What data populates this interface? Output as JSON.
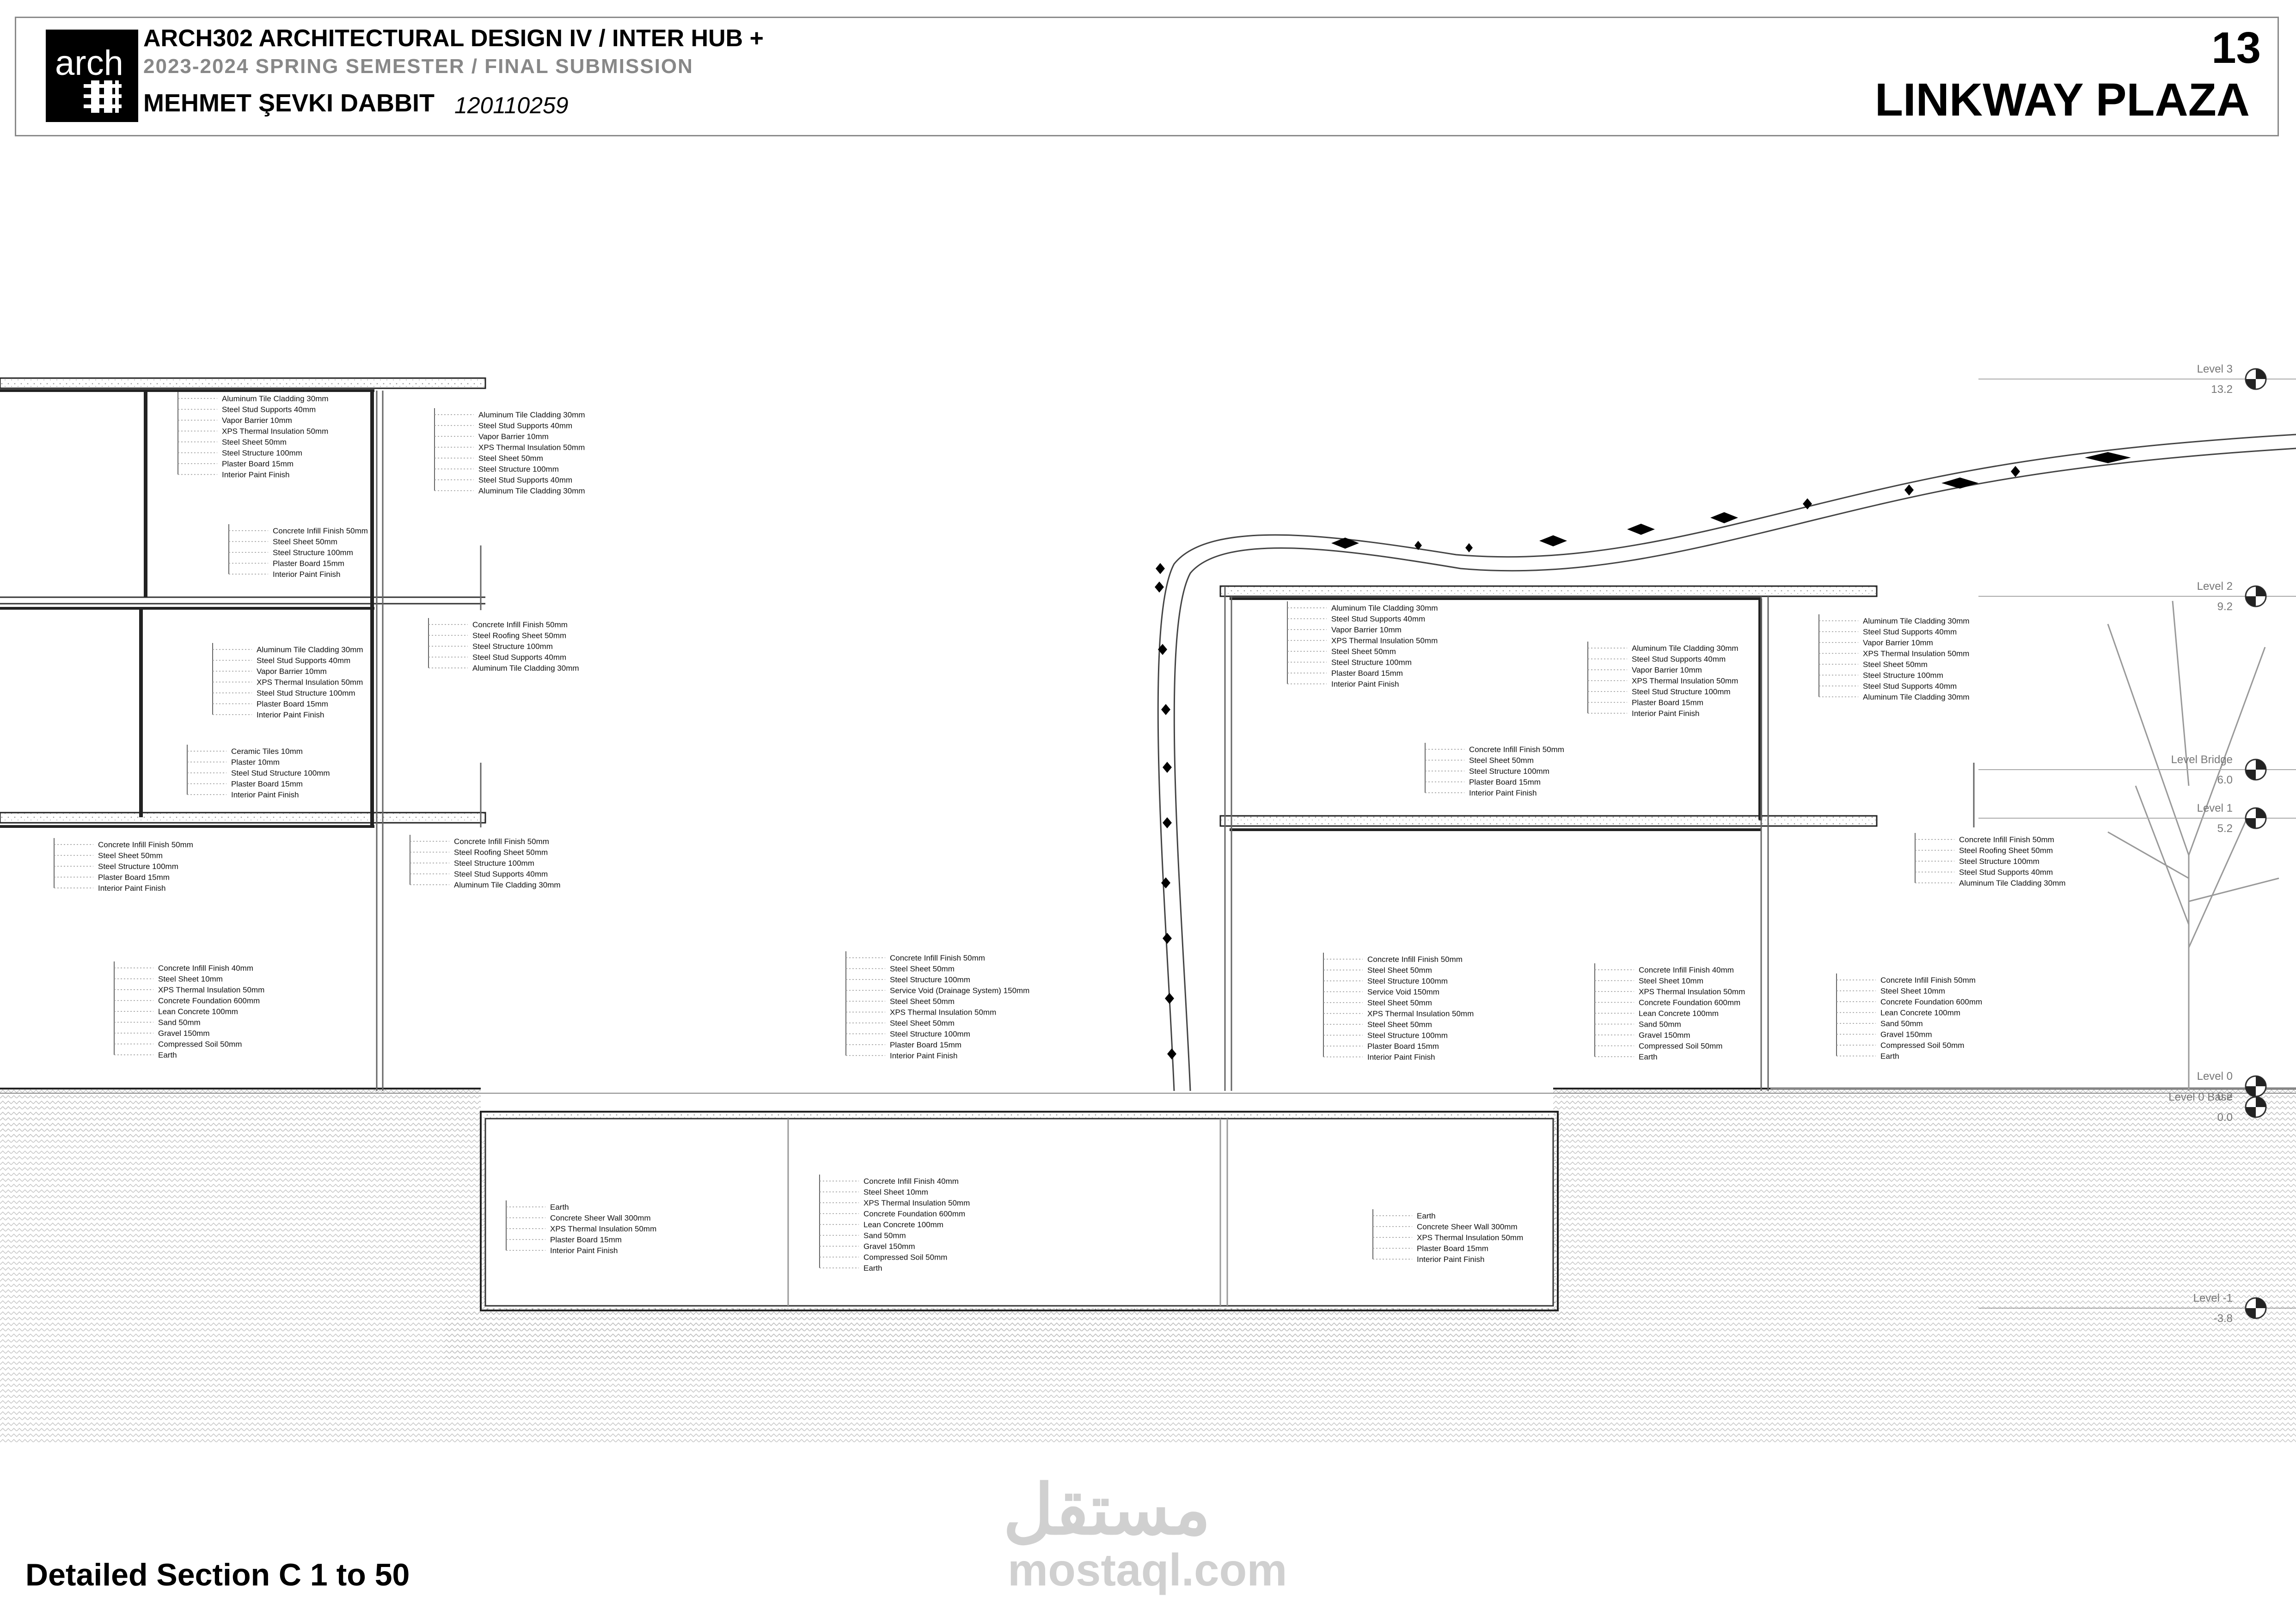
{
  "header": {
    "course": "ARCH302 ARCHITECTURAL DESIGN IV / INTER HUB +",
    "semester": "2023-2024 SPRING SEMESTER / FINAL SUBMISSION",
    "student_name": "MEHMET ŞEVKI DABBIT",
    "student_id": "120110259",
    "page_number": "13",
    "project_title": "LINKWAY PLAZA",
    "logo_text": "arch"
  },
  "caption": "Detailed Section C 1 to 50",
  "watermark": {
    "arabic": "مستقل",
    "latin": "mostaql.com"
  },
  "levels": [
    {
      "name": "Level 3",
      "elevation": "13.2"
    },
    {
      "name": "Level 2",
      "elevation": "9.2"
    },
    {
      "name": "Level Bridge",
      "elevation": "6.0"
    },
    {
      "name": "Level 1",
      "elevation": "5.2"
    },
    {
      "name": "Level 0",
      "elevation": "0.2"
    },
    {
      "name": "Level 0 Base",
      "elevation": "0.0"
    },
    {
      "name": "Level -1",
      "elevation": "-3.8"
    }
  ],
  "annotations": [
    {
      "id": "A1",
      "lines": [
        "Aluminum Tile Cladding 30mm",
        "Steel Stud Supports 40mm",
        "Vapor Barrier 10mm",
        "XPS Thermal Insulation 50mm",
        "Steel Sheet 50mm",
        "Steel Structure 100mm",
        "Plaster Board 15mm",
        "Interior Paint Finish"
      ]
    },
    {
      "id": "A2",
      "lines": [
        "Aluminum Tile Cladding 30mm",
        "Steel Stud Supports 40mm",
        "Vapor Barrier 10mm",
        "XPS Thermal Insulation 50mm",
        "Steel Sheet 50mm",
        "Steel Structure 100mm",
        "Steel Stud Supports 40mm",
        "Aluminum Tile Cladding 30mm"
      ]
    },
    {
      "id": "A3",
      "lines": [
        "Concrete Infill Finish 50mm",
        "Steel Sheet 50mm",
        "Steel Structure 100mm",
        "Plaster Board 15mm",
        "Interior Paint Finish"
      ]
    },
    {
      "id": "A4",
      "lines": [
        "Concrete Infill Finish 50mm",
        "Steel Roofing Sheet 50mm",
        "Steel Structure 100mm",
        "Steel Stud Supports 40mm",
        "Aluminum Tile Cladding 30mm"
      ]
    },
    {
      "id": "A5",
      "lines": [
        "Aluminum Tile Cladding 30mm",
        "Steel Stud Supports 40mm",
        "Vapor Barrier 10mm",
        "XPS Thermal Insulation 50mm",
        "Steel Stud Structure 100mm",
        "Plaster Board 15mm",
        "Interior Paint Finish"
      ]
    },
    {
      "id": "A6",
      "lines": [
        "Ceramic Tiles 10mm",
        "Plaster 10mm",
        "Steel Stud Structure 100mm",
        "Plaster Board 15mm",
        "Interior Paint Finish"
      ]
    },
    {
      "id": "A7",
      "lines": [
        "Concrete Infill Finish 50mm",
        "Steel Sheet 50mm",
        "Steel Structure 100mm",
        "Plaster Board 15mm",
        "Interior Paint Finish"
      ]
    },
    {
      "id": "A8",
      "lines": [
        "Concrete Infill Finish 50mm",
        "Steel Roofing Sheet 50mm",
        "Steel Structure 100mm",
        "Steel Stud Supports 40mm",
        "Aluminum Tile Cladding 30mm"
      ]
    },
    {
      "id": "A9",
      "lines": [
        "Concrete Infill Finish 40mm",
        "Steel Sheet 10mm",
        "XPS Thermal Insulation 50mm",
        "Concrete Foundation 600mm",
        "Lean Concrete 100mm",
        "Sand 50mm",
        "Gravel 150mm",
        "Compressed Soil 50mm",
        "Earth"
      ]
    },
    {
      "id": "A10",
      "lines": [
        "Concrete Infill Finish 50mm",
        "Steel Sheet 50mm",
        "Steel Structure 100mm",
        "Service Void (Drainage System) 150mm",
        "Steel Sheet 50mm",
        "XPS Thermal Insulation 50mm",
        "Steel Sheet 50mm",
        "Steel Structure 100mm",
        "Plaster Board 15mm",
        "Interior Paint Finish"
      ]
    },
    {
      "id": "A11",
      "lines": [
        "Aluminum Tile Cladding 30mm",
        "Steel Stud Supports 40mm",
        "Vapor Barrier 10mm",
        "XPS Thermal Insulation 50mm",
        "Steel Sheet 50mm",
        "Steel Structure 100mm",
        "Plaster Board 15mm",
        "Interior Paint Finish"
      ]
    },
    {
      "id": "A12",
      "lines": [
        "Aluminum Tile Cladding 30mm",
        "Steel Stud Supports 40mm",
        "Vapor Barrier 10mm",
        "XPS Thermal Insulation 50mm",
        "Steel Stud Structure 100mm",
        "Plaster Board 15mm",
        "Interior Paint Finish"
      ]
    },
    {
      "id": "A13",
      "lines": [
        "Aluminum Tile Cladding 30mm",
        "Steel Stud Supports 40mm",
        "Vapor Barrier 10mm",
        "XPS Thermal Insulation 50mm",
        "Steel Sheet 50mm",
        "Steel Structure 100mm",
        "Steel Stud Supports 40mm",
        "Aluminum Tile Cladding 30mm"
      ]
    },
    {
      "id": "A14",
      "lines": [
        "Concrete Infill Finish 50mm",
        "Steel Sheet 50mm",
        "Steel Structure 100mm",
        "Plaster Board 15mm",
        "Interior Paint Finish"
      ]
    },
    {
      "id": "A15",
      "lines": [
        "Concrete Infill Finish 50mm",
        "Steel Roofing Sheet 50mm",
        "Steel Structure 100mm",
        "Steel Stud Supports 40mm",
        "Aluminum Tile Cladding 30mm"
      ]
    },
    {
      "id": "A16",
      "lines": [
        "Concrete Infill Finish 50mm",
        "Steel Sheet 50mm",
        "Steel Structure 100mm",
        "Service Void 150mm",
        "Steel Sheet 50mm",
        "XPS Thermal Insulation 50mm",
        "Steel Sheet 50mm",
        "Steel Structure 100mm",
        "Plaster Board 15mm",
        "Interior Paint Finish"
      ]
    },
    {
      "id": "A17",
      "lines": [
        "Concrete Infill Finish 40mm",
        "Steel Sheet 10mm",
        "XPS Thermal Insulation 50mm",
        "Concrete Foundation 600mm",
        "Lean Concrete 100mm",
        "Sand 50mm",
        "Gravel 150mm",
        "Compressed Soil 50mm",
        "Earth"
      ]
    },
    {
      "id": "A18",
      "lines": [
        "Concrete Infill Finish 50mm",
        "Steel Sheet 10mm",
        "Concrete Foundation 600mm",
        "Lean Concrete 100mm",
        "Sand 50mm",
        "Gravel 150mm",
        "Compressed Soil 50mm",
        "Earth"
      ]
    },
    {
      "id": "A19",
      "lines": [
        "Earth",
        "Concrete Sheer Wall 300mm",
        "XPS Thermal Insulation 50mm",
        "Plaster Board 15mm",
        "Interior Paint Finish"
      ]
    },
    {
      "id": "A20",
      "lines": [
        "Concrete Infill Finish 40mm",
        "Steel Sheet 10mm",
        "XPS Thermal Insulation 50mm",
        "Concrete Foundation 600mm",
        "Lean Concrete 100mm",
        "Sand 50mm",
        "Gravel 150mm",
        "Compressed Soil 50mm",
        "Earth"
      ]
    },
    {
      "id": "A21",
      "lines": [
        "Earth",
        "Concrete Sheer Wall 300mm",
        "XPS Thermal Insulation 50mm",
        "Plaster Board 15mm",
        "Interior Paint Finish"
      ]
    }
  ]
}
